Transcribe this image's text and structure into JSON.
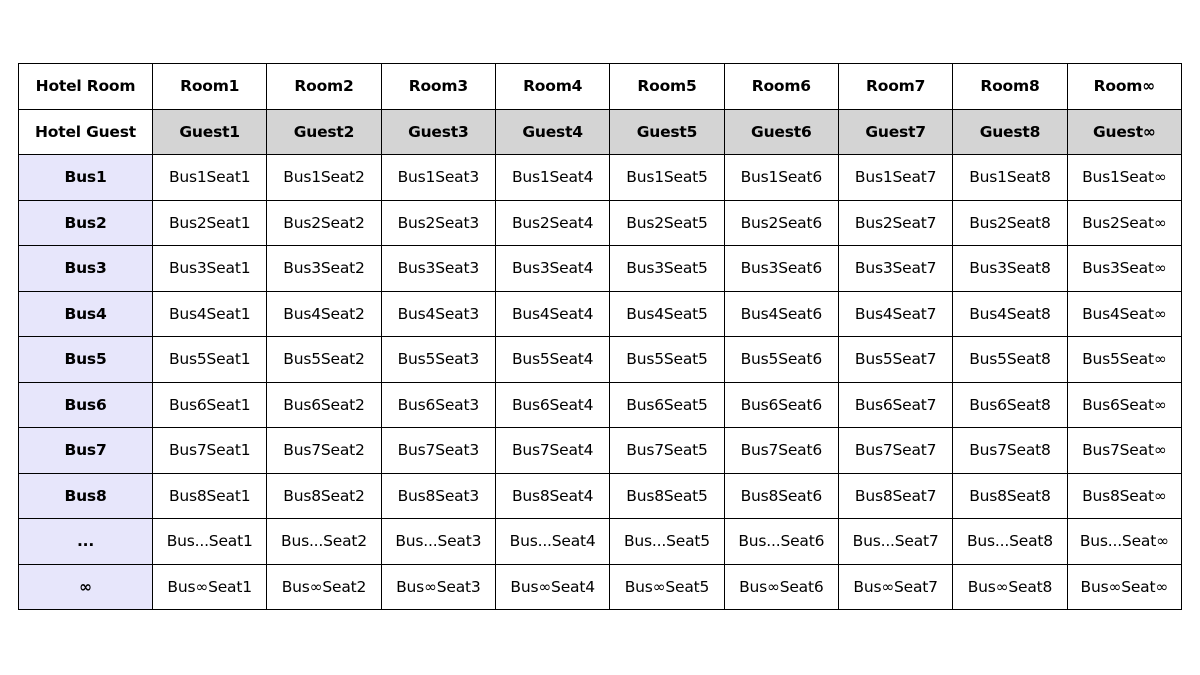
{
  "header": {
    "room_label": "Hotel Room",
    "guest_label": "Hotel Guest"
  },
  "rooms": [
    "Room1",
    "Room2",
    "Room3",
    "Room4",
    "Room5",
    "Room6",
    "Room7",
    "Room8",
    "Room∞"
  ],
  "guests": [
    "Guest1",
    "Guest2",
    "Guest3",
    "Guest4",
    "Guest5",
    "Guest6",
    "Guest7",
    "Guest8",
    "Guest∞"
  ],
  "buses": [
    {
      "label": "Bus1",
      "seats": [
        "Bus1Seat1",
        "Bus1Seat2",
        "Bus1Seat3",
        "Bus1Seat4",
        "Bus1Seat5",
        "Bus1Seat6",
        "Bus1Seat7",
        "Bus1Seat8",
        "Bus1Seat∞"
      ]
    },
    {
      "label": "Bus2",
      "seats": [
        "Bus2Seat1",
        "Bus2Seat2",
        "Bus2Seat3",
        "Bus2Seat4",
        "Bus2Seat5",
        "Bus2Seat6",
        "Bus2Seat7",
        "Bus2Seat8",
        "Bus2Seat∞"
      ]
    },
    {
      "label": "Bus3",
      "seats": [
        "Bus3Seat1",
        "Bus3Seat2",
        "Bus3Seat3",
        "Bus3Seat4",
        "Bus3Seat5",
        "Bus3Seat6",
        "Bus3Seat7",
        "Bus3Seat8",
        "Bus3Seat∞"
      ]
    },
    {
      "label": "Bus4",
      "seats": [
        "Bus4Seat1",
        "Bus4Seat2",
        "Bus4Seat3",
        "Bus4Seat4",
        "Bus4Seat5",
        "Bus4Seat6",
        "Bus4Seat7",
        "Bus4Seat8",
        "Bus4Seat∞"
      ]
    },
    {
      "label": "Bus5",
      "seats": [
        "Bus5Seat1",
        "Bus5Seat2",
        "Bus5Seat3",
        "Bus5Seat4",
        "Bus5Seat5",
        "Bus5Seat6",
        "Bus5Seat7",
        "Bus5Seat8",
        "Bus5Seat∞"
      ]
    },
    {
      "label": "Bus6",
      "seats": [
        "Bus6Seat1",
        "Bus6Seat2",
        "Bus6Seat3",
        "Bus6Seat4",
        "Bus6Seat5",
        "Bus6Seat6",
        "Bus6Seat7",
        "Bus6Seat8",
        "Bus6Seat∞"
      ]
    },
    {
      "label": "Bus7",
      "seats": [
        "Bus7Seat1",
        "Bus7Seat2",
        "Bus7Seat3",
        "Bus7Seat4",
        "Bus7Seat5",
        "Bus7Seat6",
        "Bus7Seat7",
        "Bus7Seat8",
        "Bus7Seat∞"
      ]
    },
    {
      "label": "Bus8",
      "seats": [
        "Bus8Seat1",
        "Bus8Seat2",
        "Bus8Seat3",
        "Bus8Seat4",
        "Bus8Seat5",
        "Bus8Seat6",
        "Bus8Seat7",
        "Bus8Seat8",
        "Bus8Seat∞"
      ]
    },
    {
      "label": "...",
      "seats": [
        "Bus...Seat1",
        "Bus...Seat2",
        "Bus...Seat3",
        "Bus...Seat4",
        "Bus...Seat5",
        "Bus...Seat6",
        "Bus...Seat7",
        "Bus...Seat8",
        "Bus...Seat∞"
      ]
    },
    {
      "label": "∞",
      "seats": [
        "Bus∞Seat1",
        "Bus∞Seat2",
        "Bus∞Seat3",
        "Bus∞Seat4",
        "Bus∞Seat5",
        "Bus∞Seat6",
        "Bus∞Seat7",
        "Bus∞Seat8",
        "Bus∞Seat∞"
      ]
    }
  ],
  "colors": {
    "guest_row_bg": "#d4d4d4",
    "bus_col_bg": "#e7e6fb",
    "border": "#000000"
  }
}
